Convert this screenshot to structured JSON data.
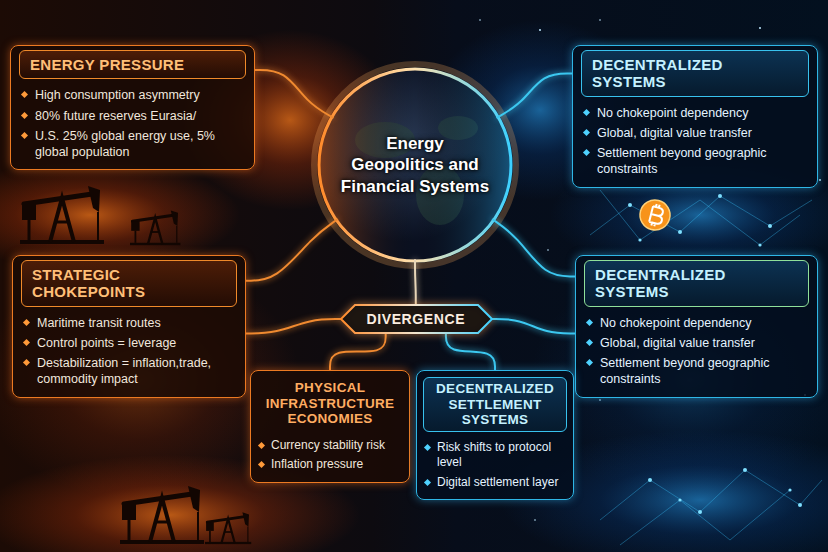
{
  "diagram": {
    "nodes": [
      {
        "text": [
          "ENERGY PRESSURE",
          "High consumption asymmetry",
          "80% future reserves Eurasia/",
          "U.S. 25% global energy use, 5% global population"
        ]
      },
      {
        "text": [
          "Energy Geopolitics and Financial Systems"
        ]
      },
      {
        "text": [
          "DECENTRALIZED SYSTEMS",
          "No chokepoint dependency",
          "Global, digital value transfer",
          "Settlement beyond geographic constraints"
        ]
      },
      {
        "text": [
          "STRATEGIC CHOKEPOINTS",
          "Maritime transit routes",
          "Control points = leverage",
          "Destabilization = inflation,trade, commodity impact"
        ]
      },
      {
        "text": [
          "DIVERGENCE"
        ]
      },
      {
        "text": [
          "DECENTRALIZED SYSTEMS",
          "No chokepoint dependency",
          "Global, digital value transfer",
          "Settlement beyond geographic constraints"
        ]
      },
      {
        "text": [
          "PHYSICAL INFRASTRUCTURE ECONOMIES",
          "Currency stability risk",
          "Inflation pressure"
        ]
      },
      {
        "text": [
          "DECENTRALIZED SETTLEMENT SYSTEMS",
          "Risk shifts to protocol level",
          "Digital settlement layer"
        ]
      }
    ],
    "edges": [
      {
        "from": 0,
        "to": 1,
        "arrow": "none"
      },
      {
        "from": 2,
        "to": 1,
        "arrow": "none"
      },
      {
        "from": 3,
        "to": 1,
        "arrow": "none"
      },
      {
        "from": 5,
        "to": 1,
        "arrow": "none"
      },
      {
        "from": 1,
        "to": 4,
        "arrow": "none"
      },
      {
        "from": 4,
        "to": 3,
        "arrow": "none"
      },
      {
        "from": 4,
        "to": 5,
        "arrow": "none"
      },
      {
        "from": 4,
        "to": 6,
        "arrow": "none"
      },
      {
        "from": 4,
        "to": 7,
        "arrow": "none"
      }
    ]
  }
}
